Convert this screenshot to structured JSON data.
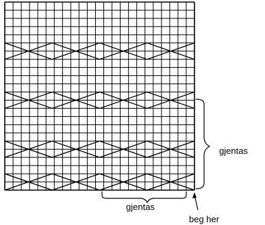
{
  "diagram": {
    "grid": {
      "columns": 23,
      "rows": 23
    },
    "zigzag_bands": [
      {
        "top_row": 5,
        "bottom_row": 7
      },
      {
        "top_row": 11,
        "bottom_row": 13
      },
      {
        "top_row": 17,
        "bottom_row": 19
      },
      {
        "top_row": 21,
        "bottom_row": 23
      }
    ],
    "labels": {
      "right_repeat": "gjentas",
      "bottom_repeat": "gjentas",
      "start": "beg her"
    },
    "colors": {
      "ink": "#000000",
      "background": "#ffffff"
    }
  }
}
